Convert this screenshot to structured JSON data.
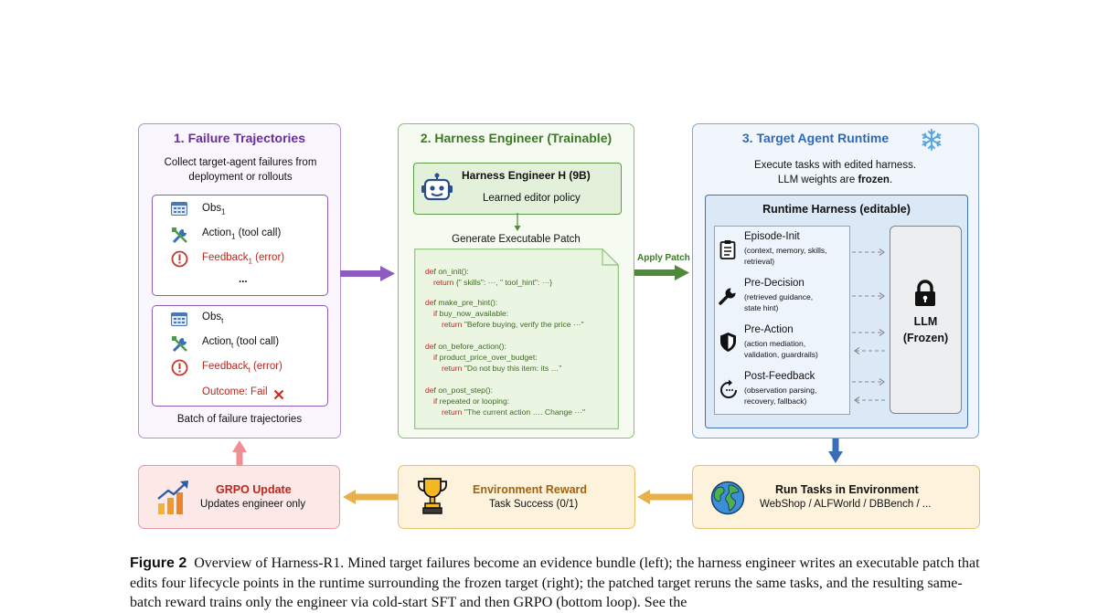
{
  "panel1": {
    "title": "1. Failure Trajectories",
    "desc": "Collect target-agent failures from deployment or rollouts",
    "box1": {
      "obs": "Obs",
      "obs_sub": "1",
      "action": "Action",
      "action_sub": "1",
      "action_tail": " (tool call)",
      "feedback": "Feedback",
      "feedback_sub": "1",
      "feedback_tail": " (error)",
      "ellipsis": "..."
    },
    "box2": {
      "obs": "Obs",
      "obs_sub": "t",
      "action": "Action",
      "action_sub": "t",
      "action_tail": " (tool call)",
      "feedback": "Feedback",
      "feedback_sub": "t",
      "feedback_tail": " (error)",
      "outcome": "Outcome: Fail"
    },
    "batch": "Batch of failure trajectories"
  },
  "panel2": {
    "title": "2. Harness Engineer (Trainable)",
    "engineer_name": "Harness Engineer H (9B)",
    "engineer_sub": "Learned editor policy",
    "generate": "Generate Executable Patch",
    "code": [
      {
        "kw": "def",
        "rest": " on_init():"
      },
      {
        "kw": "return",
        "rest": " {\" skills\": ···, \" tool_hint\": ···}",
        "indent": 1
      },
      {
        "kw": "def",
        "rest": " make_pre_hint():"
      },
      {
        "kw": "if",
        "rest": " buy_now_available:",
        "indent": 1
      },
      {
        "kw": "return",
        "rest": " \"Before buying, verify the price ···\"",
        "indent": 2
      },
      {
        "kw": "def",
        "rest": " on_before_action():"
      },
      {
        "kw": "if",
        "rest": " product_price_over_budget:",
        "indent": 1
      },
      {
        "kw": "return",
        "rest": " \"Do not buy this item: its …\"",
        "indent": 2
      },
      {
        "kw": "def",
        "rest": " on_post_step():"
      },
      {
        "kw": "if",
        "rest": " repeated or looping:",
        "indent": 1
      },
      {
        "kw": "return",
        "rest": " \"The current action …. Change ···\"",
        "indent": 2
      }
    ]
  },
  "apply_patch": "Apply Patch",
  "panel3": {
    "title": "3. Target Agent Runtime",
    "desc1": "Execute tasks with edited harness.",
    "desc2_a": "LLM weights are ",
    "desc2_b": "frozen",
    "desc2_c": ".",
    "harness_title": "Runtime Harness (editable)",
    "stages": [
      {
        "title": "Episode-Init",
        "sub": "(context, memory, skills,\nretrieval)"
      },
      {
        "title": "Pre-Decision",
        "sub": "(retrieved guidance,\nstate hint)"
      },
      {
        "title": "Pre-Action",
        "sub": "(action mediation,\nvalidation, guardrails)"
      },
      {
        "title": "Post-Feedback",
        "sub": "(observation parsing,\nrecovery, fallback)"
      }
    ],
    "llm1": "LLM",
    "llm2": "(Frozen)"
  },
  "bottom": {
    "grpo_title": "GRPO Update",
    "grpo_sub": "Updates engineer only",
    "reward_title": "Environment Reward",
    "reward_sub": "Task Success (0/1)",
    "run_title": "Run Tasks in Environment",
    "run_sub": "WebShop / ALFWorld / DBBench / ..."
  },
  "caption": {
    "label": "Figure 2",
    "text": "Overview of Harness-R1. Mined target failures become an evidence bundle (left); the harness engineer writes an executable patch that edits four lifecycle points in the runtime surrounding the frozen target (right); the patched target reruns the same tasks, and the resulting same-batch reward trains only the engineer via cold-start SFT and then GRPO (bottom loop). See the"
  },
  "colors": {
    "purple": "#7b3fa8",
    "green": "#3f7f2f",
    "blue": "#3a6fb8",
    "red": "#c0392b",
    "orange": "#b06a10"
  }
}
